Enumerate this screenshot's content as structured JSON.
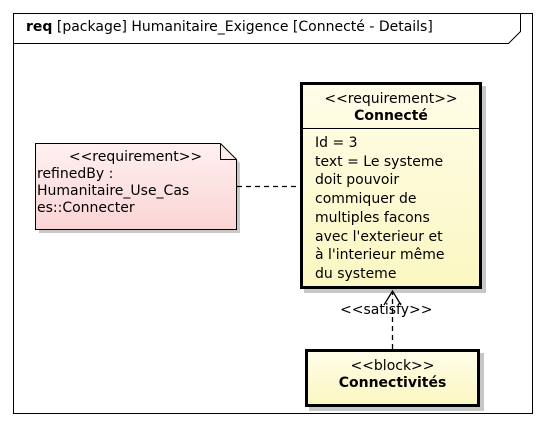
{
  "frame": {
    "keyword": "req",
    "title": "[package] Humanitaire_Exigence [Connecté - Details]"
  },
  "requirement": {
    "stereotype": "<<requirement>>",
    "name": "Connecté",
    "properties": [
      "Id = 3",
      "text = Le systeme",
      "doit pouvoir",
      "commiquer de",
      "multiples facons",
      "avec l'exterieur et",
      "à l'interieur même",
      "du systeme"
    ]
  },
  "note": {
    "stereotype": "<<requirement>>",
    "lines": [
      "refinedBy :",
      "Humanitaire_Use_Cas",
      "es::Connecter"
    ]
  },
  "block": {
    "stereotype": "<<block>>",
    "name": "Connectivités"
  },
  "satisfy_relation": {
    "label": "<<satisfy>>"
  },
  "colors": {
    "element_fill_top": "#fffde8",
    "element_fill_bottom": "#fbf7c2",
    "note_fill_top": "#fff0f0",
    "note_fill_bottom": "#fbd4d4",
    "frame_border": "#000000"
  }
}
